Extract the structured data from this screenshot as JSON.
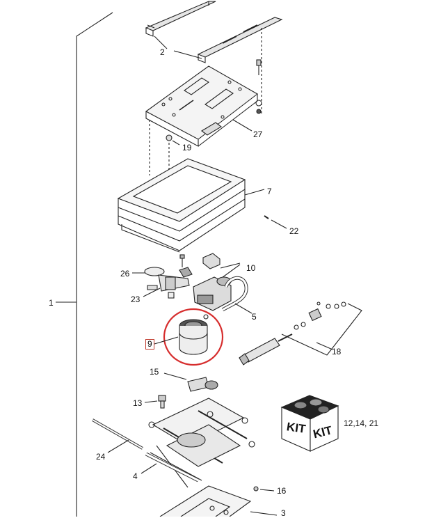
{
  "callouts": {
    "c1": "1",
    "c2": "2",
    "c3": "3",
    "c4": "4",
    "c5": "5",
    "c7": "7",
    "c9": "9",
    "c10": "10",
    "c13": "13",
    "c15": "15",
    "c16": "16",
    "c18": "18",
    "c19": "19",
    "c22": "22",
    "c23": "23",
    "c24": "24",
    "c26": "26",
    "c27": "27",
    "kit_parts": "12,14, 21"
  },
  "kit_box": {
    "face_left": "KIT",
    "face_right": "KIT"
  },
  "highlight": {
    "selected_part": "9",
    "color": "#d62d2d"
  }
}
